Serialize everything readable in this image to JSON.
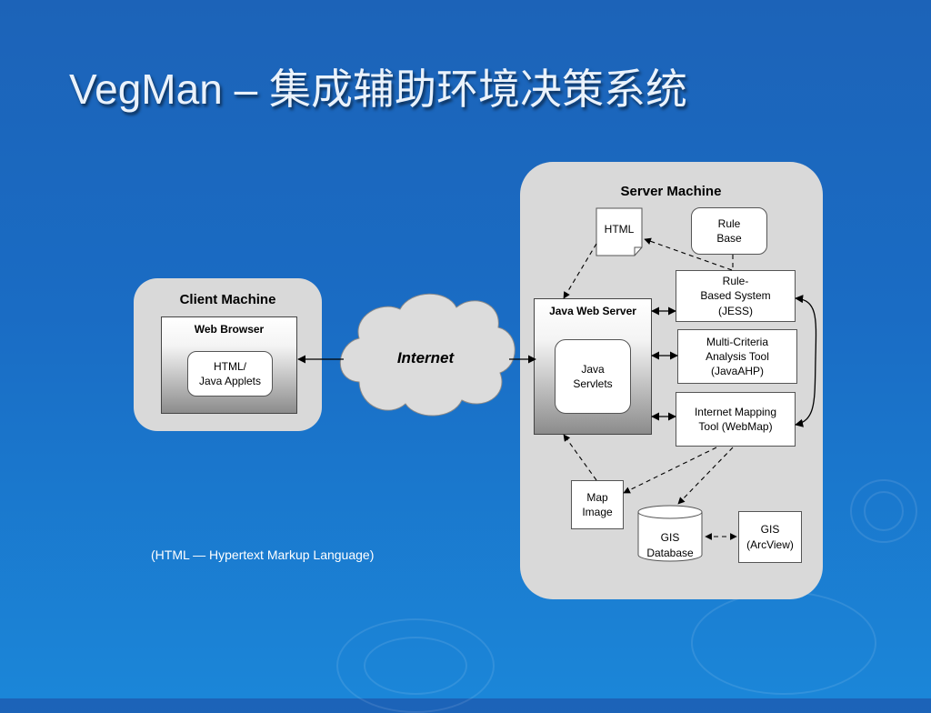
{
  "slide": {
    "title": "VegMan – 集成辅助环境决策系统",
    "footnote": "(HTML — Hypertext Markup Language)"
  },
  "client": {
    "title": "Client Machine",
    "web_browser": "Web Browser",
    "html_applets_line1": "HTML/",
    "html_applets_line2": "Java Applets"
  },
  "internet": {
    "label": "Internet"
  },
  "server": {
    "title": "Server Machine",
    "html_doc": "HTML",
    "rule_base_line1": "Rule",
    "rule_base_line2": "Base",
    "rule_system_line1": "Rule-",
    "rule_system_line2": "Based System",
    "rule_system_line3": "(JESS)",
    "java_web_server": "Java Web Server",
    "java_servlets_line1": "Java",
    "java_servlets_line2": "Servlets",
    "mca_line1": "Multi-Criteria",
    "mca_line2": "Analysis Tool",
    "mca_line3": "(JavaAHP)",
    "imt_line1": "Internet Mapping",
    "imt_line2": "Tool (WebMap)",
    "map_image_line1": "Map",
    "map_image_line2": "Image",
    "gis_db_line1": "GIS",
    "gis_db_line2": "Database",
    "gis_arcview_line1": "GIS",
    "gis_arcview_line2": "(ArcView)"
  }
}
